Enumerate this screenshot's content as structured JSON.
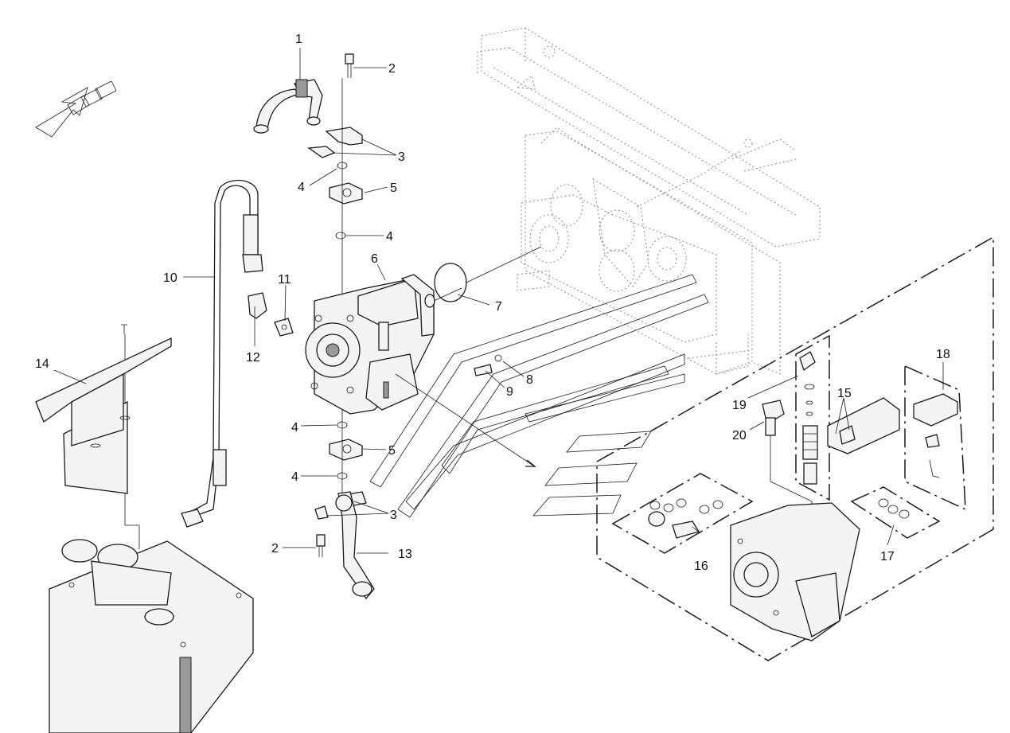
{
  "callouts": [
    {
      "id": "1",
      "label": "1"
    },
    {
      "id": "2a",
      "label": "2"
    },
    {
      "id": "2b",
      "label": "2"
    },
    {
      "id": "3a",
      "label": "3"
    },
    {
      "id": "3b",
      "label": "3"
    },
    {
      "id": "4a",
      "label": "4"
    },
    {
      "id": "4b",
      "label": "4"
    },
    {
      "id": "4c",
      "label": "4"
    },
    {
      "id": "4d",
      "label": "4"
    },
    {
      "id": "5a",
      "label": "5"
    },
    {
      "id": "5b",
      "label": "5"
    },
    {
      "id": "6",
      "label": "6"
    },
    {
      "id": "7",
      "label": "7"
    },
    {
      "id": "8",
      "label": "8"
    },
    {
      "id": "9",
      "label": "9"
    },
    {
      "id": "10",
      "label": "10"
    },
    {
      "id": "11",
      "label": "11"
    },
    {
      "id": "12",
      "label": "12"
    },
    {
      "id": "13",
      "label": "13"
    },
    {
      "id": "14",
      "label": "14"
    },
    {
      "id": "15",
      "label": "15"
    },
    {
      "id": "16",
      "label": "16"
    },
    {
      "id": "17",
      "label": "17"
    },
    {
      "id": "18",
      "label": "18"
    },
    {
      "id": "19",
      "label": "19"
    },
    {
      "id": "20",
      "label": "20"
    }
  ],
  "parts": [
    {
      "id": "hose-1",
      "icon": "elbow-hose-icon"
    },
    {
      "id": "screw",
      "icon": "screw-icon"
    },
    {
      "id": "flange-half",
      "icon": "flange-half-icon"
    },
    {
      "id": "o-ring",
      "icon": "o-ring-icon"
    },
    {
      "id": "flange",
      "icon": "flange-icon"
    },
    {
      "id": "pump",
      "icon": "hydraulic-pump-icon"
    },
    {
      "id": "seal-ring",
      "icon": "seal-ring-icon"
    },
    {
      "id": "hydraulic-line",
      "icon": "hydraulic-line-icon"
    },
    {
      "id": "fitting",
      "icon": "fitting-icon"
    },
    {
      "id": "pressure-line",
      "icon": "pressure-line-icon"
    },
    {
      "id": "cover-plate",
      "icon": "cover-plate-icon"
    },
    {
      "id": "valve-kit",
      "icon": "valve-kit-icon"
    },
    {
      "id": "seal-kit-16",
      "icon": "seal-kit-icon"
    },
    {
      "id": "seal-kit-17",
      "icon": "seal-kit-icon"
    },
    {
      "id": "solenoid",
      "icon": "solenoid-icon"
    },
    {
      "id": "relief-valve",
      "icon": "relief-valve-icon"
    },
    {
      "id": "plug",
      "icon": "plug-icon"
    },
    {
      "id": "tank",
      "icon": "oil-tank-icon"
    },
    {
      "id": "gearbox",
      "icon": "gearbox-frame-icon"
    },
    {
      "id": "direction-arrow",
      "icon": "direction-arrow-icon"
    }
  ],
  "colors": {
    "line": "#1a1a1a",
    "fill": "#f4f4f4",
    "shade": "#9a9a9a",
    "frame": "#8a8a8a",
    "background": "#ffffff"
  }
}
